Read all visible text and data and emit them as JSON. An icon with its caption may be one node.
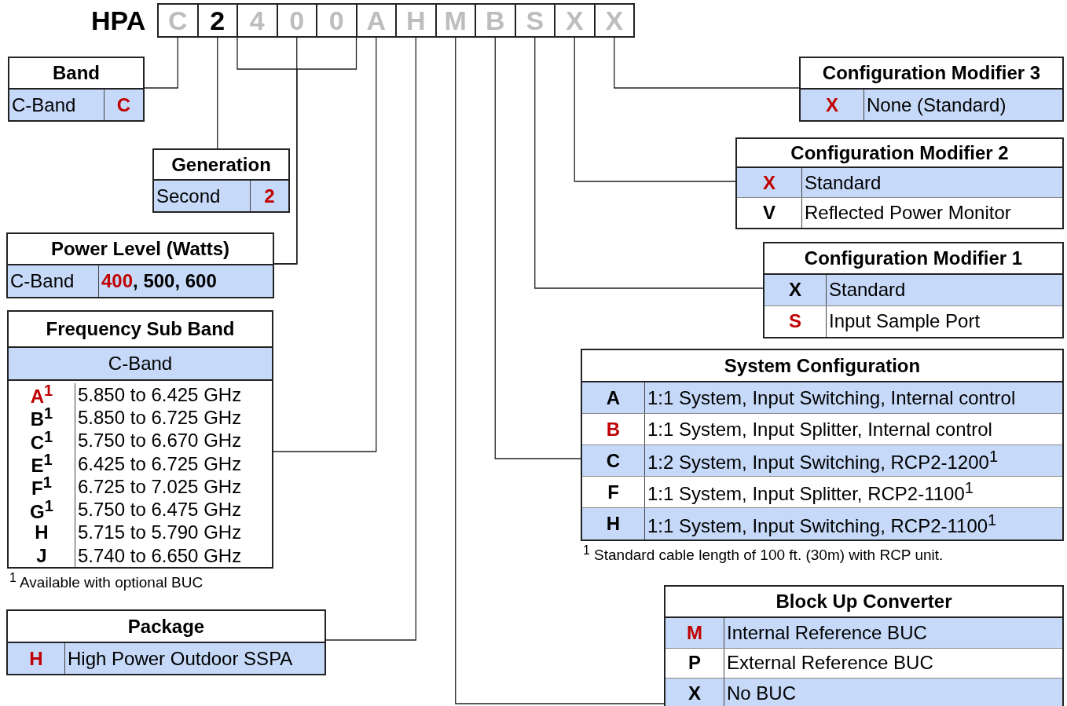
{
  "diagram": {
    "nodes": [
      {
        "text": [
          "C"
        ]
      },
      {
        "text": [
          "2"
        ]
      },
      {
        "text": [
          "4"
        ]
      },
      {
        "text": [
          "0"
        ]
      },
      {
        "text": [
          "0"
        ]
      },
      {
        "text": [
          "A"
        ]
      },
      {
        "text": [
          "H"
        ]
      },
      {
        "text": [
          "M"
        ]
      },
      {
        "text": [
          "B"
        ]
      },
      {
        "text": [
          "S"
        ]
      },
      {
        "text": [
          "X"
        ]
      },
      {
        "text": [
          "X"
        ]
      },
      {
        "text": [
          "Band",
          "C-Band",
          "C"
        ]
      },
      {
        "text": [
          "Generation",
          "Second",
          "2"
        ]
      },
      {
        "text": [
          "Power Level (Watts)",
          "C-Band",
          "400, 500, 600"
        ]
      },
      {
        "text": [
          "Frequency Sub Band",
          "C-Band",
          "A$^{1}$",
          "5.850 to 6.425 GHz",
          "B$^{1}$",
          "5.850 to 6.725 GHz",
          "C$^{1}$",
          "5.750 to 6.670 GHz",
          "E$^{1}$",
          "6.425 to 6.725 GHz",
          "F$^{1}$",
          "6.725 to 7.025 GHz",
          "G$^{1}$",
          "5.750 to 6.475 GHz",
          "H",
          "5.715 to 5.790 GHz",
          "J",
          "5.740 to 6.650 GHz"
        ],
        "beside": [
          "$^{1}$ Available with optional BUC"
        ]
      },
      {
        "text": [
          "Package",
          "H",
          "High Power Outdoor SSPA"
        ]
      },
      {
        "text": [
          "Configuration Modifier 3",
          "X",
          "None (Standard)"
        ]
      },
      {
        "text": [
          "Configuration Modifier 2",
          "X",
          "Standard",
          "V",
          "Reflected Power Monitor"
        ]
      },
      {
        "text": [
          "Configuration Modifier 1",
          "X",
          "Standard",
          "S",
          "Input Sample Port"
        ]
      },
      {
        "text": [
          "System Configuration",
          "A",
          "1:1 System, Input Switching, Internal control",
          "B",
          "1:1 System, Input Splitter, Internal control",
          "C",
          "1:2 System, Input Switching, RCP2-1200$^{1}$",
          "F",
          "1:1 System, Input Splitter, RCP2-1100$^{1}$",
          "H",
          "1:1 System, Input Switching, RCP2-1100$^{1}$"
        ],
        "beside": [
          "$^{1}$ Standard cable length of 100 ft. (30m) with RCP unit."
        ]
      },
      {
        "text": [
          "Block Up Converter",
          "M",
          "Internal Reference BUC",
          "P",
          "External Reference BUC",
          "X",
          "No BUC"
        ]
      }
    ],
    "edges": [
      {
        "from": 0,
        "to": 12,
        "arrow": "none"
      },
      {
        "from": 1,
        "to": 13,
        "arrow": "none"
      },
      {
        "from": 2,
        "to": 14,
        "arrow": "none"
      },
      {
        "from": 3,
        "to": 14,
        "arrow": "none"
      },
      {
        "from": 4,
        "to": 14,
        "arrow": "none"
      },
      {
        "from": 5,
        "to": 15,
        "arrow": "none"
      },
      {
        "from": 6,
        "to": 16,
        "arrow": "none"
      },
      {
        "from": 7,
        "to": 21,
        "arrow": "none"
      },
      {
        "from": 8,
        "to": 20,
        "arrow": "none"
      },
      {
        "from": 9,
        "to": 19,
        "arrow": "none"
      },
      {
        "from": 10,
        "to": 18,
        "arrow": "none"
      },
      {
        "from": 11,
        "to": 17,
        "arrow": "none"
      }
    ],
    "labels": [
      "HPA"
    ]
  }
}
